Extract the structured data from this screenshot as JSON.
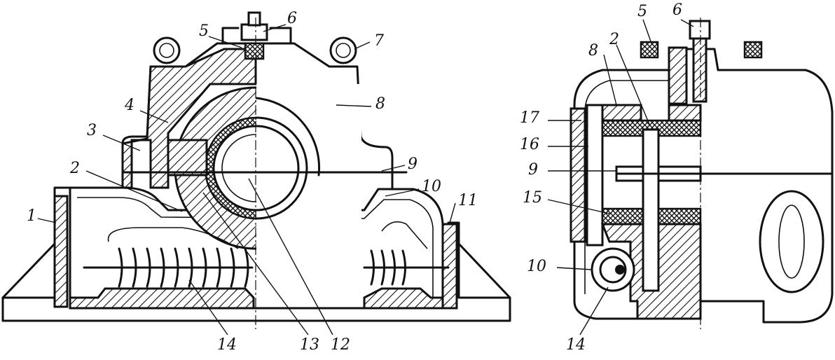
{
  "callouts": {
    "left": [
      "1",
      "2",
      "3",
      "4",
      "5",
      "6",
      "7",
      "8",
      "9",
      "10",
      "11",
      "12",
      "13",
      "14"
    ],
    "right": [
      "5",
      "6",
      "8",
      "2",
      "17",
      "16",
      "9",
      "15",
      "10",
      "14"
    ]
  },
  "colors": {
    "ink": "#111111",
    "background": "#ffffff"
  }
}
